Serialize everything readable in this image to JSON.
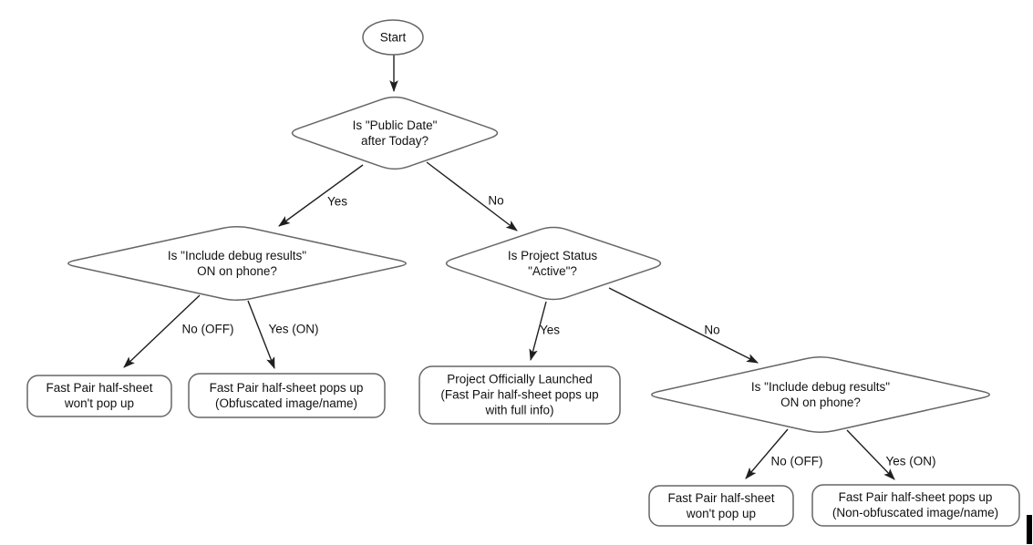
{
  "flowchart": {
    "nodes": {
      "start": {
        "label": "Start"
      },
      "public_date_decision": {
        "label": "Is \"Public Date\"\nafter Today?"
      },
      "debug_results_left_decision": {
        "label": "Is \"Include debug results\"\nON on phone?"
      },
      "project_status_decision": {
        "label": "Is Project Status\n\"Active\"?"
      },
      "debug_results_right_decision": {
        "label": "Is \"Include debug results\"\nON on phone?"
      },
      "no_popup_left_result": {
        "label": "Fast Pair half-sheet\nwon't pop up"
      },
      "obfuscated_popup_result": {
        "label": "Fast Pair half-sheet pops up\n(Obfuscated image/name)"
      },
      "launched_result": {
        "label": "Project Officially Launched\n(Fast Pair half-sheet pops up\nwith full info)"
      },
      "no_popup_right_result": {
        "label": "Fast Pair half-sheet\nwon't pop up"
      },
      "non_obfuscated_popup_result": {
        "label": "Fast Pair half-sheet pops up\n(Non-obfuscated image/name)"
      }
    },
    "edge_labels": {
      "public_date_yes": "Yes",
      "public_date_no": "No",
      "debug_left_no": "No (OFF)",
      "debug_left_yes": "Yes (ON)",
      "status_yes": "Yes",
      "status_no": "No",
      "debug_right_no": "No (OFF)",
      "debug_right_yes": "Yes (ON)"
    },
    "colors": {
      "shape_border": "#666666",
      "arrow": "#1f1f1f",
      "text": "#111111",
      "shape_fill": "#ffffff",
      "background": "#ffffff"
    }
  }
}
